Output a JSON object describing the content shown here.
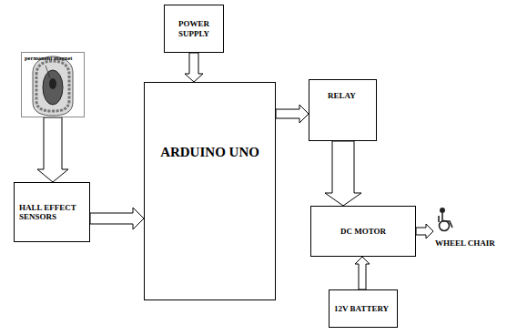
{
  "diagram": {
    "nodes": [
      {
        "text": [
          "POWER SUPPLY"
        ]
      },
      {
        "text": [
          "permanent magnet"
        ]
      },
      {
        "text": [
          "ARDUINO UNO"
        ]
      },
      {
        "text": [
          "RELAY"
        ]
      },
      {
        "text": [
          "HALL EFFECT SENSORS"
        ]
      },
      {
        "text": [
          "DC MOTOR"
        ]
      },
      {
        "text": [
          "WHEEL CHAIR"
        ]
      },
      {
        "text": [
          "12V BATTERY"
        ]
      }
    ],
    "edges": [
      {
        "from": 1,
        "to": 4,
        "arrow": "to"
      },
      {
        "from": 4,
        "to": 2,
        "arrow": "to"
      },
      {
        "from": 0,
        "to": 2,
        "arrow": "to"
      },
      {
        "from": 2,
        "to": 3,
        "arrow": "to"
      },
      {
        "from": 3,
        "to": 5,
        "arrow": "to"
      },
      {
        "from": 7,
        "to": 5,
        "arrow": "to"
      },
      {
        "from": 5,
        "to": 6,
        "arrow": "to"
      }
    ]
  }
}
